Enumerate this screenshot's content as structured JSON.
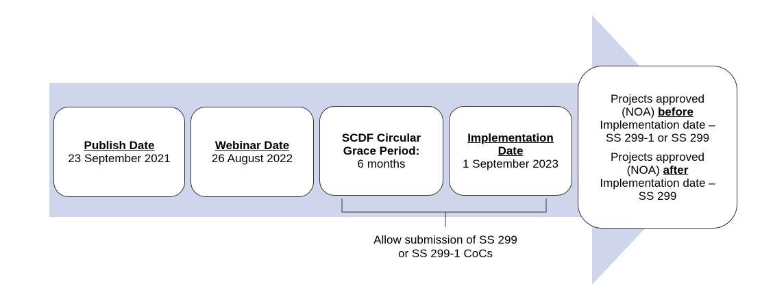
{
  "colors": {
    "arrow": "#cfd5ea",
    "box_border": "#333333",
    "box_fill": "#ffffff"
  },
  "stages": [
    {
      "title": "Publish Date",
      "value": "23 September 2021"
    },
    {
      "title": "Webinar Date",
      "value": "26 August 2022"
    },
    {
      "title_line1": "SCDF Circular",
      "title_line2": "Grace Period:",
      "value": "6 months"
    },
    {
      "title_line1": "Implementation",
      "title_line2": "Date",
      "value": "1 September 2023"
    }
  ],
  "outcome": {
    "before": {
      "line1": "Projects approved",
      "line2_prefix": "(NOA)",
      "emphasis": "before",
      "line3": "Implementation date –",
      "line4": "SS 299-1 or SS 299"
    },
    "after": {
      "line1": "Projects approved",
      "line2_prefix": "(NOA)",
      "emphasis": "after",
      "line3": "Implementation date –",
      "line4": "SS 299"
    }
  },
  "bracket_note": {
    "line1": "Allow submission of SS 299",
    "line2": "or SS 299-1 CoCs"
  }
}
